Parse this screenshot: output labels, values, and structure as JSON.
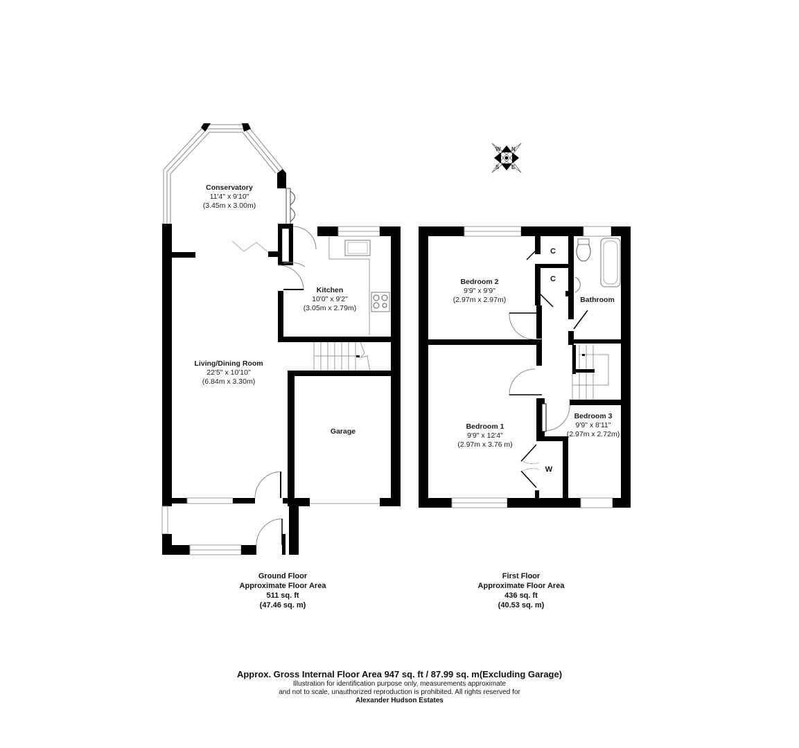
{
  "ground_floor": {
    "rooms": [
      {
        "name": "Conservatory",
        "imperial": "11'4\" x 9'10\"",
        "metric": "(3.45m x 3.00m)"
      },
      {
        "name": "Kitchen",
        "imperial": "10'0\" x 9'2\"",
        "metric": "(3.05m x 2.79m)"
      },
      {
        "name": "Living/Dining Room",
        "imperial": "22'5\" x 10'10\"",
        "metric": "(6.84m x 3.30m)"
      },
      {
        "name": "Garage"
      }
    ],
    "caption": {
      "title": "Ground Floor",
      "subtitle": "Approximate Floor Area",
      "sqft": "511 sq. ft",
      "sqm": "(47.46 sq. m)"
    }
  },
  "first_floor": {
    "rooms": [
      {
        "name": "Bedroom 2",
        "imperial": "9'9\" x 9'9\"",
        "metric": "(2.97m x 2.97m)"
      },
      {
        "name": "Bathroom"
      },
      {
        "name": "Bedroom 1",
        "imperial": "9'9\" x 12'4\"",
        "metric": "(2.97m x 3.76 m)"
      },
      {
        "name": "Bedroom 3",
        "imperial": "9'9\" x 8'11\"",
        "metric": "(2.97m x 2.72m)"
      }
    ],
    "closets": [
      "C",
      "C",
      "W"
    ],
    "caption": {
      "title": "First Floor",
      "subtitle": "Approximate Floor Area",
      "sqft": "436 sq. ft",
      "sqm": "(40.53 sq. m)"
    }
  },
  "compass": {
    "icon": "compass-rose-icon",
    "labels": [
      "N",
      "E",
      "S",
      "W"
    ]
  },
  "footer": {
    "gross_area": "Approx. Gross Internal Floor Area 947 sq. ft / 87.99 sq. m(Excluding Garage)",
    "note_line1": "Illustration for identification purpose only, measurements approximate",
    "note_line2": "and not to scale, unauthorized reproduction is prohibited. All rights reserved for",
    "company": "Alexander Hudson Estates"
  },
  "colors": {
    "wall": "#000000",
    "window": "#9a9a9a",
    "background": "#ffffff"
  }
}
